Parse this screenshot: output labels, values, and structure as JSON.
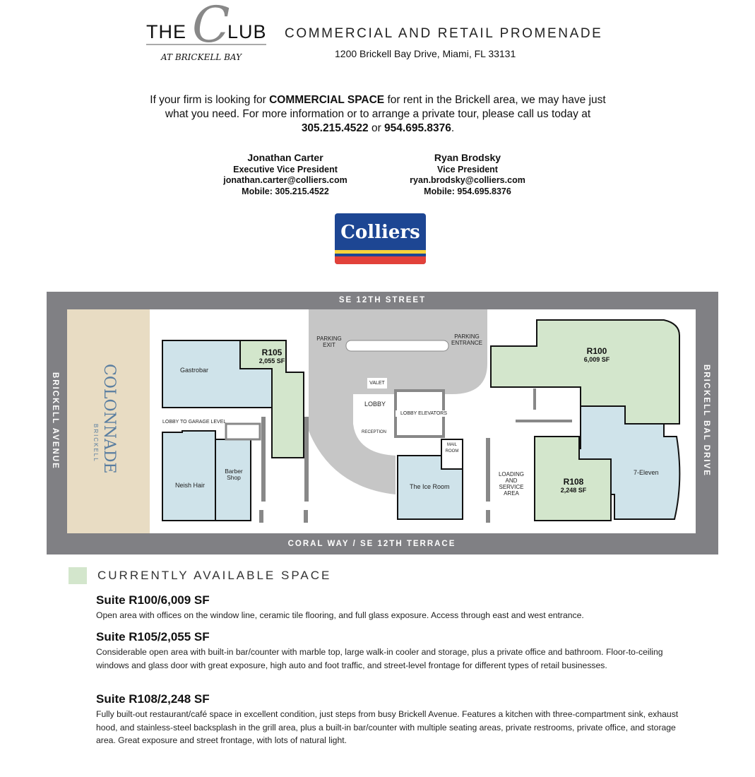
{
  "header": {
    "logo_the": "THE",
    "logo_c": "C",
    "logo_club": "LUB",
    "logo_sub": "AT BRICKELL BAY",
    "title": "COMMERCIAL AND RETAIL PROMENADE",
    "address": "1200 Brickell Bay Drive, Miami, FL 33131"
  },
  "intro": {
    "p1": "If your firm is looking for ",
    "bold1": "COMMERCIAL SPACE",
    "p2": " for rent in the Brickell area, we may have just what you need. For more information or to arrange a private tour, please call us today at ",
    "phone1": "305.215.4522",
    "p3": " or ",
    "phone2": "954.695.8376",
    "p4": "."
  },
  "contacts": [
    {
      "name": "Jonathan Carter",
      "title": "Executive Vice President",
      "email": "jonathan.carter@colliers.com",
      "mobile": "Mobile: 305.215.4522"
    },
    {
      "name": "Ryan Brodsky",
      "title": "Vice President",
      "email": "ryan.brodsky@colliers.com",
      "mobile": "Mobile: 954.695.8376"
    }
  ],
  "brand": {
    "name": "Colliers",
    "blue": "#1d4693",
    "yellow": "#f6d23c",
    "red": "#e2413a"
  },
  "map": {
    "streets": {
      "north": "SE 12TH STREET",
      "south": "CORAL WAY / SE 12TH TERRACE",
      "west": "BRICKELL AVENUE",
      "east": "BRICKELL BAL DRIVE"
    },
    "colonnade": "COLONNADE",
    "colonnade_sub": "BRICKELL",
    "labels": {
      "gastrobar": "Gastrobar",
      "lobby_garage": "LOBBY TO GARAGE LEVEL",
      "neish": "Neish Hair",
      "barber": "Barber Shop",
      "parking_exit": "PARKING EXIT",
      "parking_entrance": "PARKING ENTRANCE",
      "valet": "VALET",
      "lobby": "LOBBY",
      "lobby_elevators": "LOBBY ELEVATORS",
      "reception": "RECEPTION",
      "mail": "MAIL ROOM",
      "ice": "The Ice Room",
      "loading": "LOADING AND SERVICE AREA",
      "seven": "7-Eleven"
    },
    "suites": [
      {
        "id": "R100",
        "sf": "6,009 SF"
      },
      {
        "id": "R105",
        "sf": "2,055 SF"
      },
      {
        "id": "R108",
        "sf": "2,248 SF"
      }
    ],
    "colors": {
      "available": "#d3e6cc",
      "occupied": "#cfe3ea",
      "parking": "#c6c6c6",
      "colonnade": "#e8dcc3",
      "frame": "#808084"
    }
  },
  "legend": "CURRENTLY AVAILABLE SPACE",
  "descriptions": [
    {
      "title": "Suite R100/6,009 SF",
      "text": "Open area with offices on the window line, ceramic tile flooring, and full glass exposure. Access through east and west entrance."
    },
    {
      "title": "Suite R105/2,055 SF",
      "text": "Considerable open area with built-in bar/counter with marble top, large walk-in cooler and storage, plus a private office and bathroom. Floor-to-ceiling windows and glass door with great exposure, high auto and foot traffic, and street-level frontage for different types of retail businesses."
    },
    {
      "title": "Suite R108/2,248 SF",
      "text": "Fully built-out restaurant/café space in excellent condition, just steps from busy Brickell Avenue. Features a kitchen with three-compartment sink, exhaust hood, and stainless-steel backsplash in the grill area, plus a built-in bar/counter with multiple seating areas, private restrooms, private office, and storage area. Great exposure and street frontage, with lots of natural light."
    }
  ]
}
